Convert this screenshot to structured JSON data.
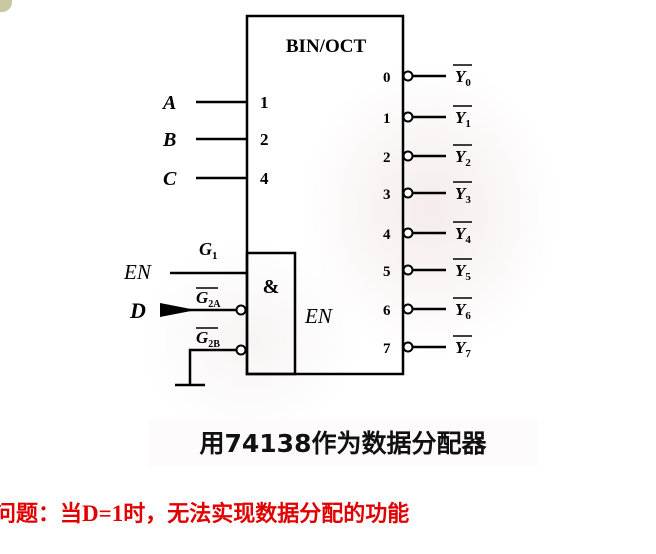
{
  "chip": {
    "title": "BIN/OCT",
    "and_label": "&",
    "en_inner_label": "EN"
  },
  "inputs": {
    "labels": [
      "A",
      "B",
      "C"
    ],
    "pins": [
      "1",
      "2",
      "4"
    ]
  },
  "enables": {
    "g1": {
      "letter": "G",
      "sub": "1"
    },
    "g2a": {
      "letter": "G",
      "sub": "2A"
    },
    "g2b": {
      "letter": "G",
      "sub": "2B"
    },
    "en_label": "EN",
    "d_label": "D"
  },
  "outputs": {
    "pins": [
      "0",
      "1",
      "2",
      "3",
      "4",
      "5",
      "6",
      "7"
    ],
    "letter": "Y",
    "subs": [
      "0",
      "1",
      "2",
      "3",
      "4",
      "5",
      "6",
      "7"
    ]
  },
  "caption": "用74138作为数据分配器",
  "note": {
    "parts": [
      "问题：当",
      "D=1",
      "时，无法实现数据分配的功能"
    ],
    "color": "#e00000"
  }
}
